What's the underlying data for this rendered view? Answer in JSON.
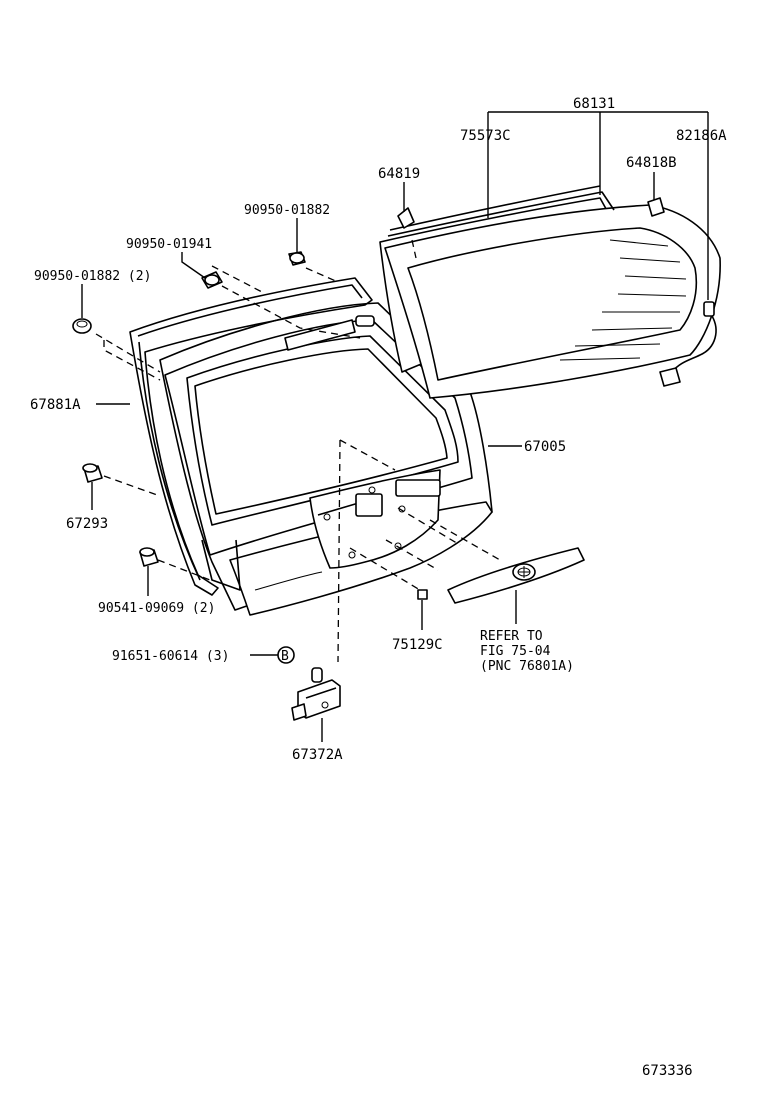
{
  "labels": {
    "p68131": "68131",
    "p75573c": "75573C",
    "p82186a": "82186A",
    "p64819": "64819",
    "p64818b": "64818B",
    "p90950_01882_top": "90950-01882",
    "p90950_01941": "90950-01941",
    "p90950_01882_2": "90950-01882 (2)",
    "p67881a": "67881A",
    "p67005": "67005",
    "p67293": "67293",
    "p90541_09069": "90541-09069 (2)",
    "p75129c": "75129C",
    "refer_line1": "REFER TO",
    "refer_line2": "FIG 75-04",
    "refer_line3": "(PNC 76801A)",
    "p91651_60614": "91651-60614 (3)",
    "p67372a": "67372A",
    "fig_number": "673336"
  },
  "icons": {
    "bolt_marker": "B",
    "emblem": "toyota-emblem-icon"
  }
}
